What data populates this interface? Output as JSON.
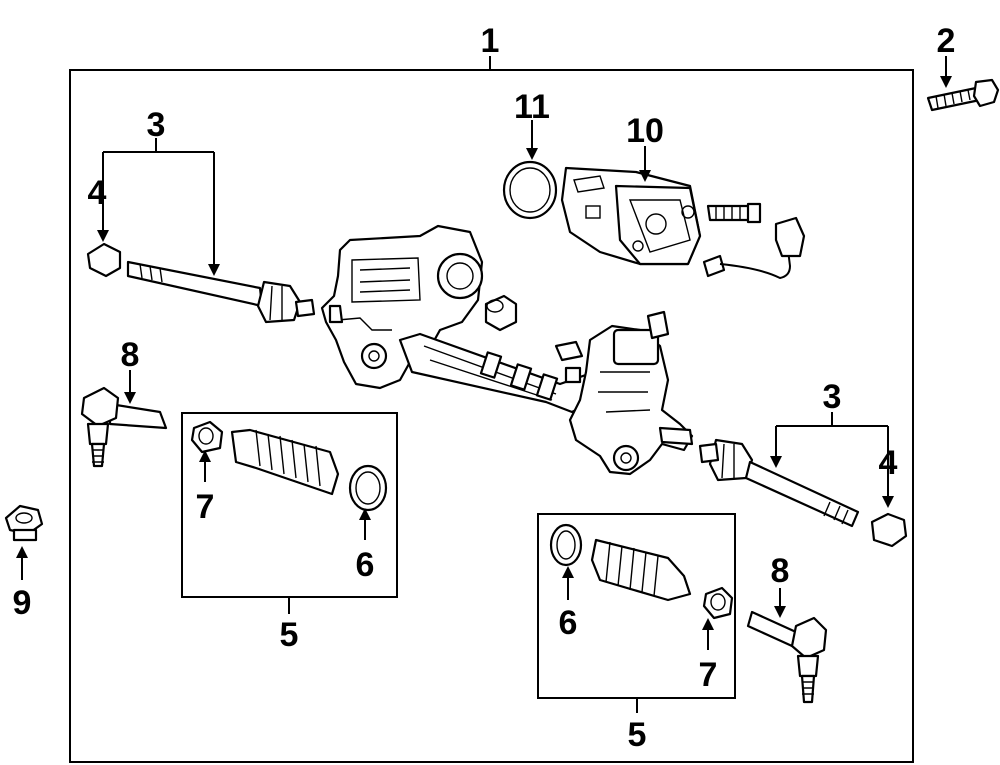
{
  "callouts": {
    "c1": "1",
    "c2": "2",
    "c3a": "3",
    "c3b": "3",
    "c4a": "4",
    "c4b": "4",
    "c5a": "5",
    "c5b": "5",
    "c6a": "6",
    "c6b": "6",
    "c7a": "7",
    "c7b": "7",
    "c8a": "8",
    "c8b": "8",
    "c9": "9",
    "c10": "10",
    "c11": "11"
  }
}
